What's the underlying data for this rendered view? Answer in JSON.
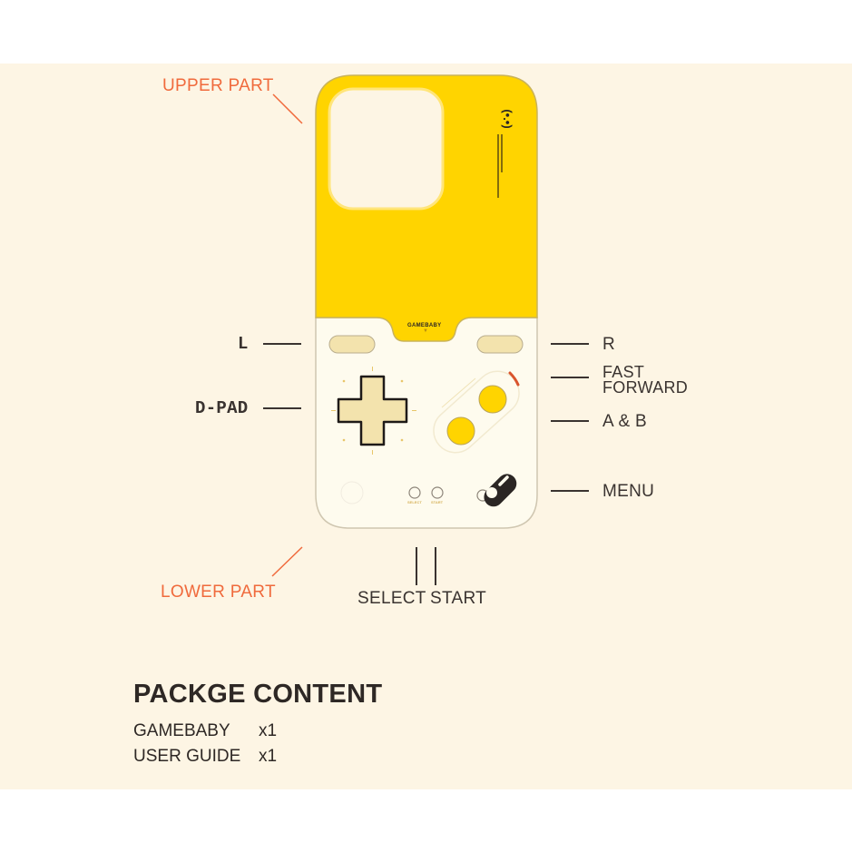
{
  "device": {
    "brand_label": "GAMEBABY",
    "select_label": "SELECT",
    "start_label": "START",
    "colors": {
      "upper": "#ffd400",
      "lower": "#fefbee",
      "buttons": "#f3e3ad",
      "accent": "#f06a3c",
      "dark": "#2b2624"
    }
  },
  "callouts": {
    "upper_part": "UPPER PART",
    "lower_part": "LOWER PART",
    "l": "L",
    "dpad": "D-PAD",
    "r": "R",
    "fast_forward_line1": "FAST",
    "fast_forward_line2": "FORWARD",
    "a_b": "A & B",
    "menu": "MENU",
    "select": "SELECT",
    "start": "START"
  },
  "package": {
    "title": "PACKGE CONTENT",
    "items": [
      {
        "name": "GAMEBABY",
        "qty": "x1"
      },
      {
        "name": "USER GUIDE",
        "qty": "x1"
      }
    ]
  }
}
